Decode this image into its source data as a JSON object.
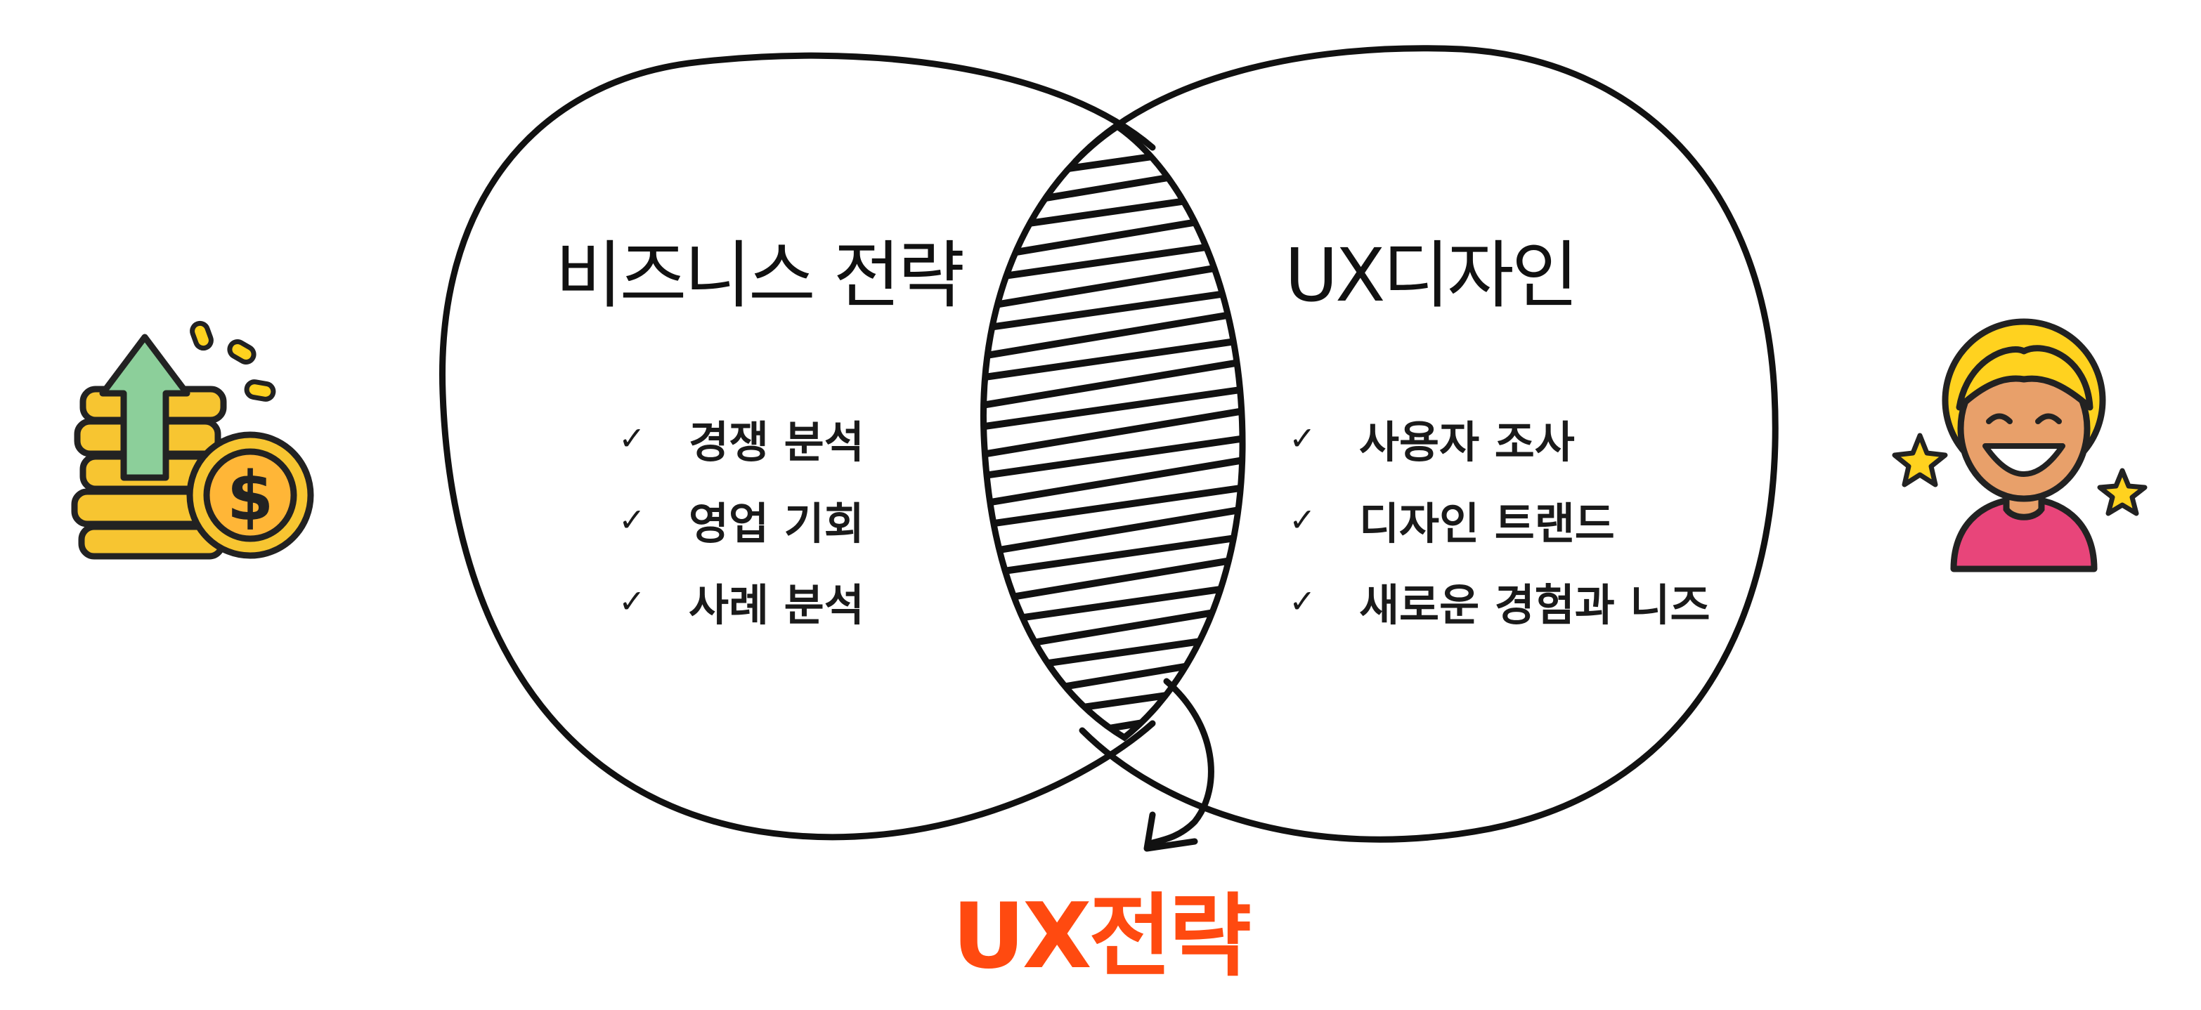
{
  "diagram": {
    "left_circle": {
      "title": "비즈니스 전략",
      "items": [
        "경쟁 분석",
        "영업 기회",
        "사례 분석"
      ]
    },
    "right_circle": {
      "title": "UX디자인",
      "items": [
        "사용자 조사",
        "디자인 트랜드",
        "새로운 경험과 니즈"
      ]
    },
    "intersection_result": "UX전략",
    "check_glyph": "✓"
  },
  "colors": {
    "accent": "#ff4a10",
    "ink": "#111111",
    "coin_gold": "#f7c531",
    "arrow_green": "#8ccf9a",
    "hair_yellow": "#ffd21f",
    "skin": "#e8a06a",
    "shirt_pink": "#e8457a"
  },
  "icons": {
    "left": "money-growth-icon",
    "right": "happy-person-icon"
  }
}
